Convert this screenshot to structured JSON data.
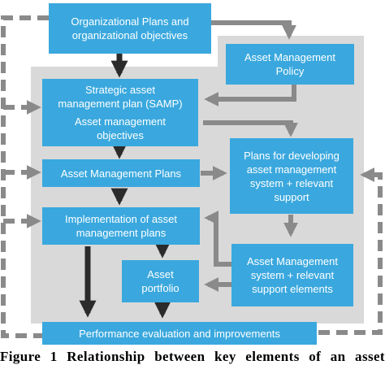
{
  "colors": {
    "box": "#3aa8de",
    "panel": "#d9d9d9",
    "arrow_dark": "#2b2b2b",
    "arrow_gray": "#8a8a8a"
  },
  "nodes": {
    "org_plans": "Organizational Plans and\norganizational objectives",
    "am_policy": "Asset Management\nPolicy",
    "samp": "Strategic asset\nmanagement plan (SAMP)",
    "am_objectives": "Asset management\nobjectives",
    "am_plans": "Asset Management Plans",
    "plans_developing": "Plans for developing\nasset management\nsystem + relevant\nsupport",
    "implementation": "Implementation of asset\nmanagement plans",
    "asset_portfolio": "Asset\nportfolio",
    "am_system": "Asset Management\nsystem + relevant\nsupport elements",
    "performance": "Performance evaluation and improvements"
  },
  "caption": "Figure 1 Relationship between key elements of an asset"
}
